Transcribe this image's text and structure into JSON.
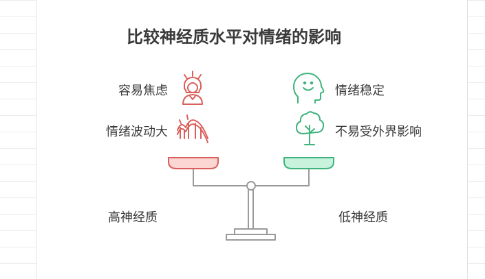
{
  "title": "比较神经质水平对情绪的影响",
  "left": {
    "traits": [
      "容易焦虑",
      "情绪波动大"
    ],
    "group_label": "高神经质",
    "icons": [
      "stressed-person-icon",
      "roller-coaster-icon"
    ],
    "color": "#d9605a",
    "pan_fill": "#fbd6d3"
  },
  "right": {
    "traits": [
      "情绪稳定",
      "不易受外界影响"
    ],
    "group_label": "低神经质",
    "icons": [
      "calm-face-icon",
      "tree-icon"
    ],
    "color": "#3fb37d",
    "pan_fill": "#c9f2dd"
  },
  "scale_color": "#9a9a9a"
}
